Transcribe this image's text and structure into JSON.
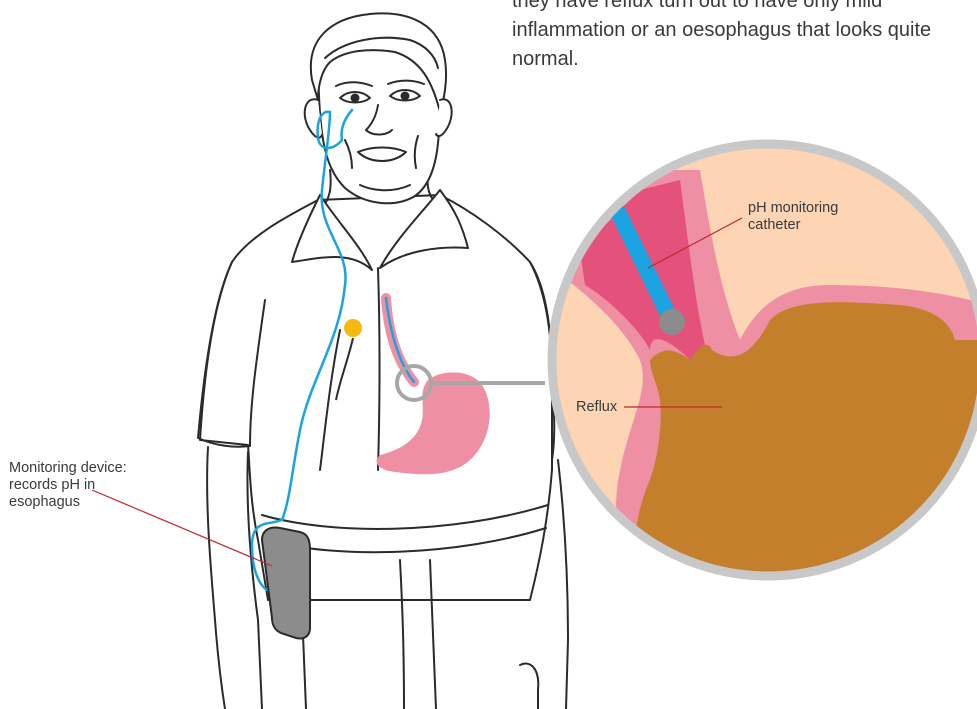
{
  "intro_text": "they have reflux turn out to have only mild inflammation or an oesophagus that looks quite normal.",
  "labels": {
    "device_line1": "Monitoring device:",
    "device_line2": "records pH in",
    "device_line3": "esophagus",
    "catheter_line1": "pH monitoring",
    "catheter_line2": "catheter",
    "reflux": "Reflux"
  },
  "colors": {
    "outline": "#2b2b2b",
    "catheter": "#1aa3e0",
    "stomach_pink": "#ef8fa4",
    "esophagus_dark_pink": "#e4517a",
    "tissue_peach": "#fdd5b4",
    "reflux_brown": "#c47f2c",
    "device_gray": "#8c8c8c",
    "magnifier_ring": "#c8c8c8",
    "sensor_yellow": "#f5b90f",
    "leader_line": "#c0272d"
  }
}
